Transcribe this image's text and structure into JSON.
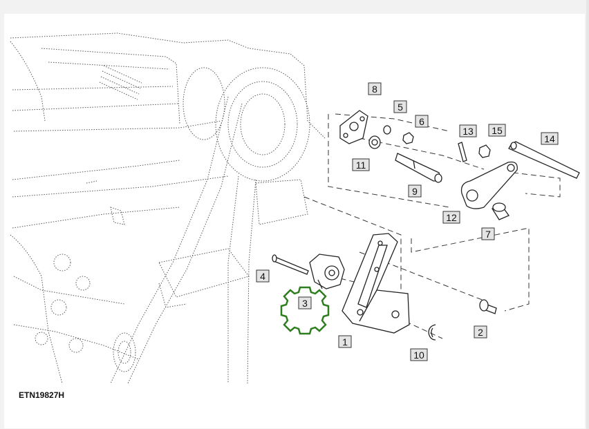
{
  "figure_id": "ETN19827H",
  "callouts": {
    "c1": "1",
    "c2": "2",
    "c3": "3",
    "c4": "4",
    "c5": "5",
    "c6": "6",
    "c7": "7",
    "c8": "8",
    "c9": "9",
    "c10": "10",
    "c11": "11",
    "c12": "12",
    "c13": "13",
    "c14": "14",
    "c15": "15"
  },
  "colors": {
    "highlight_gear": "#2e7d1f",
    "callout_fill": "#e4e4e4",
    "linework": "#444444"
  }
}
